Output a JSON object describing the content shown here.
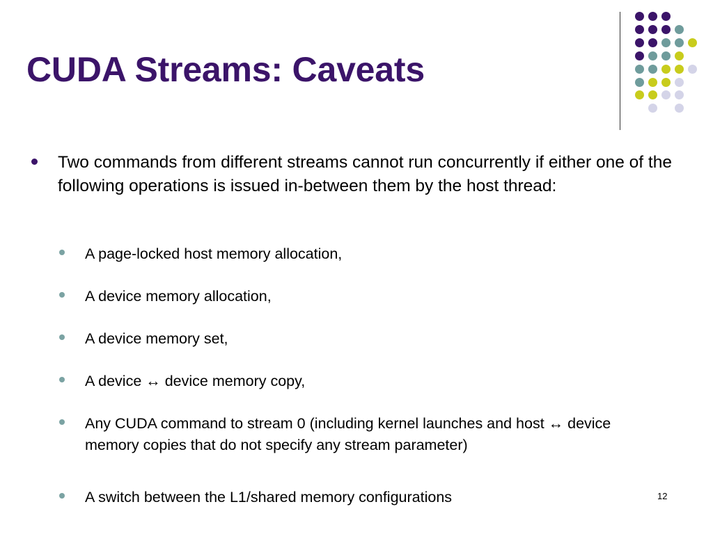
{
  "title": "CUDA Streams: Caveats",
  "colors": {
    "title": "#3b1469",
    "purple": "#3b1469",
    "teal": "#6f9c9c",
    "yellow": "#c8cc1c",
    "lavender": "#d4d4e8",
    "bullet_main": "#3b1469",
    "bullet_sub": "#7ba3a3"
  },
  "bullet": {
    "text": "Two commands from different streams cannot run concurrently if either one of the following operations is issued in-between them by the host thread:"
  },
  "sub_bullets": [
    "A page-locked host memory allocation,",
    "A device memory allocation,",
    "A device memory set,",
    "A device ↔ device memory copy,",
    "Any CUDA command to stream 0 (including kernel launches and host ↔ device memory copies that do not specify any stream parameter)",
    "A switch between the L1/shared memory configurations"
  ],
  "page_number": "12"
}
